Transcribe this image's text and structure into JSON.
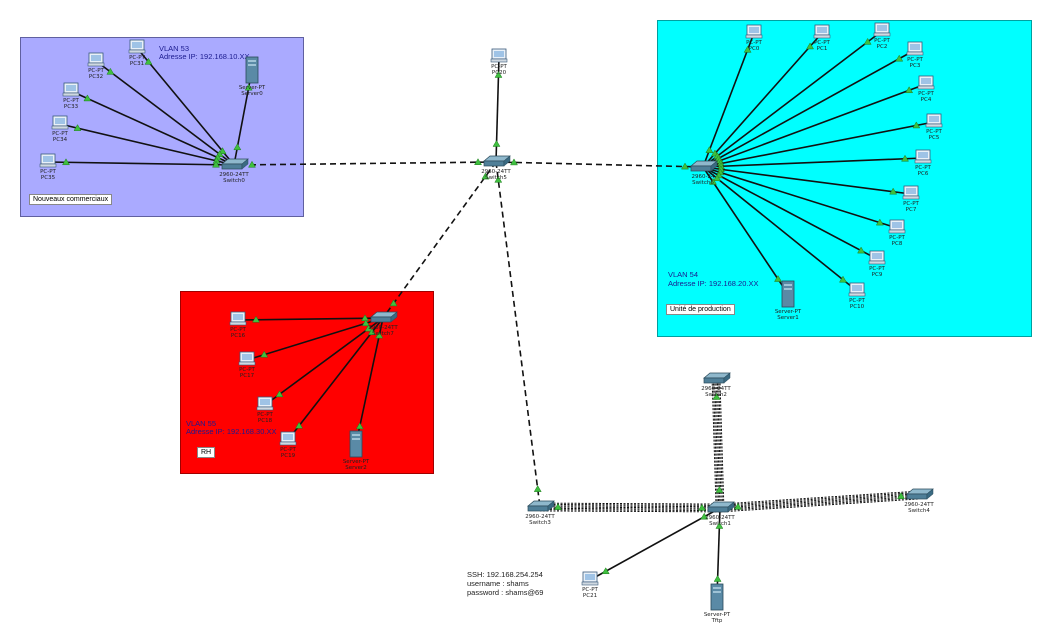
{
  "zones": {
    "commercial": {
      "vlan": "VLAN 53",
      "ip": "Adresse IP: 192.168.10.XX",
      "tag": "Nouveaux commerciaux",
      "fill": "#aaaaff"
    },
    "production": {
      "vlan": "VLAN 54",
      "ip": "Adresse IP: 192.168.20.XX",
      "tag": "Unité de production",
      "fill": "#00ffff"
    },
    "rh": {
      "vlan": "VLAN 55",
      "ip": "Adresse IP: 192.168.30.XX",
      "tag": "RH",
      "fill": "#ff0000"
    }
  },
  "ssh": {
    "line1": "SSH: 192.168.254.254",
    "line2": "username : shams",
    "line3": "password : shams@69"
  },
  "devices": [
    {
      "id": "PC20",
      "type": "pc",
      "model": "PC-PT"
    },
    {
      "id": "Switch5",
      "type": "switch",
      "model": "2960-24TT"
    },
    {
      "id": "Switch0",
      "type": "switch",
      "model": "2960-24TT"
    },
    {
      "id": "Server0",
      "type": "server",
      "model": "Server-PT"
    },
    {
      "id": "PC31",
      "type": "pc",
      "model": "PC-PT"
    },
    {
      "id": "PC32",
      "type": "pc",
      "model": "PC-PT"
    },
    {
      "id": "PC33",
      "type": "pc",
      "model": "PC-PT"
    },
    {
      "id": "PC34",
      "type": "pc",
      "model": "PC-PT"
    },
    {
      "id": "PC35",
      "type": "pc",
      "model": "PC-PT"
    },
    {
      "id": "Switch6",
      "type": "switch",
      "model": "2960-24"
    },
    {
      "id": "PC0",
      "type": "pc",
      "model": "PC-PT"
    },
    {
      "id": "PC1",
      "type": "pc",
      "model": "PC-PT"
    },
    {
      "id": "PC2",
      "type": "pc",
      "model": "PC-PT"
    },
    {
      "id": "PC3",
      "type": "pc",
      "model": "PC-PT"
    },
    {
      "id": "PC4",
      "type": "pc",
      "model": "PC-PT"
    },
    {
      "id": "PC5",
      "type": "pc",
      "model": "PC-PT"
    },
    {
      "id": "PC6",
      "type": "pc",
      "model": "PC-PT"
    },
    {
      "id": "PC7",
      "type": "pc",
      "model": "PC-PT"
    },
    {
      "id": "PC8",
      "type": "pc",
      "model": "PC-PT"
    },
    {
      "id": "PC9",
      "type": "pc",
      "model": "PC-PT"
    },
    {
      "id": "PC10",
      "type": "pc",
      "model": "PC-PT"
    },
    {
      "id": "Server1",
      "type": "server",
      "model": "Server-PT"
    },
    {
      "id": "Switch7",
      "type": "switch",
      "model": "2960-24TT"
    },
    {
      "id": "PC16",
      "type": "pc",
      "model": "PC-PT"
    },
    {
      "id": "PC17",
      "type": "pc",
      "model": "PC-PT"
    },
    {
      "id": "PC18",
      "type": "pc",
      "model": "PC-PT"
    },
    {
      "id": "PC19",
      "type": "pc",
      "model": "PC-PT"
    },
    {
      "id": "Server2",
      "type": "server",
      "model": "Server-PT"
    },
    {
      "id": "Switch1",
      "type": "switch",
      "model": "2960-24TT"
    },
    {
      "id": "Switch2",
      "type": "switch",
      "model": "2960-24TT"
    },
    {
      "id": "Switch3",
      "type": "switch",
      "model": "2960-24TT"
    },
    {
      "id": "Switch4",
      "type": "switch",
      "model": "2960-24TT"
    },
    {
      "id": "PC21",
      "type": "pc",
      "model": "PC-PT"
    },
    {
      "id": "Tftp",
      "type": "server",
      "model": "Server-PT"
    }
  ],
  "links": [
    {
      "from": "Switch5",
      "to": "PC20",
      "style": "straight"
    },
    {
      "from": "Switch5",
      "to": "Switch0",
      "style": "cross"
    },
    {
      "from": "Switch5",
      "to": "Switch6",
      "style": "cross"
    },
    {
      "from": "Switch5",
      "to": "Switch7",
      "style": "cross"
    },
    {
      "from": "Switch5",
      "to": "Switch3",
      "style": "cross"
    },
    {
      "from": "Switch0",
      "to": "Server0",
      "style": "straight"
    },
    {
      "from": "Switch0",
      "to": "PC31",
      "style": "straight"
    },
    {
      "from": "Switch0",
      "to": "PC32",
      "style": "straight"
    },
    {
      "from": "Switch0",
      "to": "PC33",
      "style": "straight"
    },
    {
      "from": "Switch0",
      "to": "PC34",
      "style": "straight"
    },
    {
      "from": "Switch0",
      "to": "PC35",
      "style": "straight"
    },
    {
      "from": "Switch6",
      "to": "PC0",
      "style": "straight"
    },
    {
      "from": "Switch6",
      "to": "PC1",
      "style": "straight"
    },
    {
      "from": "Switch6",
      "to": "PC2",
      "style": "straight"
    },
    {
      "from": "Switch6",
      "to": "PC3",
      "style": "straight"
    },
    {
      "from": "Switch6",
      "to": "PC4",
      "style": "straight"
    },
    {
      "from": "Switch6",
      "to": "PC5",
      "style": "straight"
    },
    {
      "from": "Switch6",
      "to": "PC6",
      "style": "straight"
    },
    {
      "from": "Switch6",
      "to": "PC7",
      "style": "straight"
    },
    {
      "from": "Switch6",
      "to": "PC8",
      "style": "straight"
    },
    {
      "from": "Switch6",
      "to": "PC9",
      "style": "straight"
    },
    {
      "from": "Switch6",
      "to": "PC10",
      "style": "straight"
    },
    {
      "from": "Switch6",
      "to": "Server1",
      "style": "straight"
    },
    {
      "from": "Switch7",
      "to": "PC16",
      "style": "straight"
    },
    {
      "from": "Switch7",
      "to": "PC17",
      "style": "straight"
    },
    {
      "from": "Switch7",
      "to": "PC18",
      "style": "straight"
    },
    {
      "from": "Switch7",
      "to": "PC19",
      "style": "straight"
    },
    {
      "from": "Switch7",
      "to": "Server2",
      "style": "straight"
    },
    {
      "from": "Switch1",
      "to": "Switch2",
      "style": "bundle"
    },
    {
      "from": "Switch1",
      "to": "Switch3",
      "style": "bundle"
    },
    {
      "from": "Switch1",
      "to": "Switch4",
      "style": "bundle"
    },
    {
      "from": "Switch1",
      "to": "PC21",
      "style": "straight"
    },
    {
      "from": "Switch1",
      "to": "Tftp",
      "style": "straight"
    }
  ]
}
